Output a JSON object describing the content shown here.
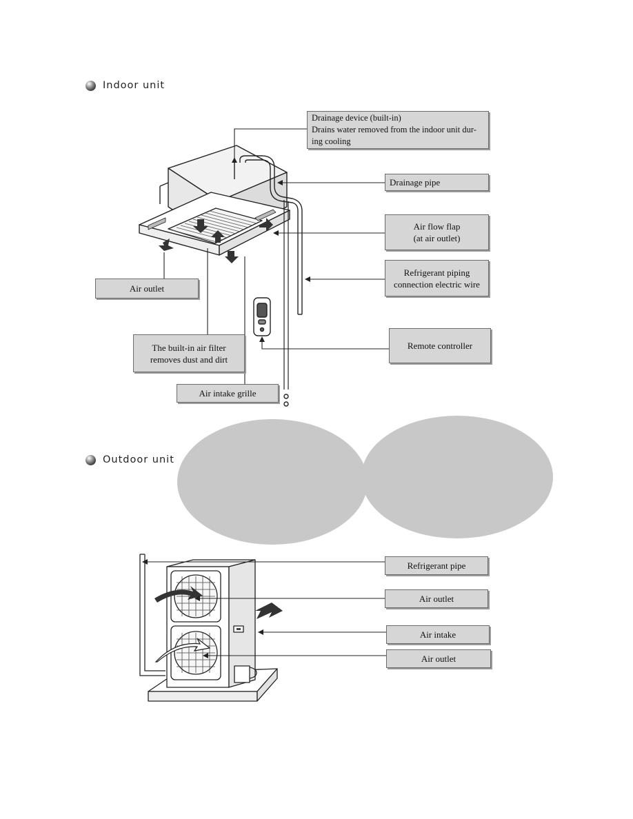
{
  "indoor": {
    "heading": "Indoor unit",
    "labels": {
      "drainage_device": "Drainage device (built-in)\nDrains water removed from the indoor unit dur-\ning cooling",
      "drainage_pipe": "Drainage pipe",
      "air_flow_flap": "Air flow flap\n(at air outlet)",
      "refrigerant_piping": "Refrigerant piping\nconnection electric wire",
      "air_outlet": "Air outlet",
      "remote_controller": "Remote controller",
      "air_filter": "The built-in air filter\nremoves dust and dirt",
      "air_intake_grille": "Air intake grille"
    }
  },
  "outdoor": {
    "heading": "Outdoor unit",
    "labels": {
      "refrigerant_pipe": "Refrigerant pipe",
      "air_outlet_top": "Air outlet",
      "air_intake": "Air intake",
      "air_outlet_bottom": "Air outlet"
    }
  },
  "colors": {
    "label_fill": "#d6d6d6",
    "blob_fill": "#c8c8c8",
    "line": "#222222"
  }
}
